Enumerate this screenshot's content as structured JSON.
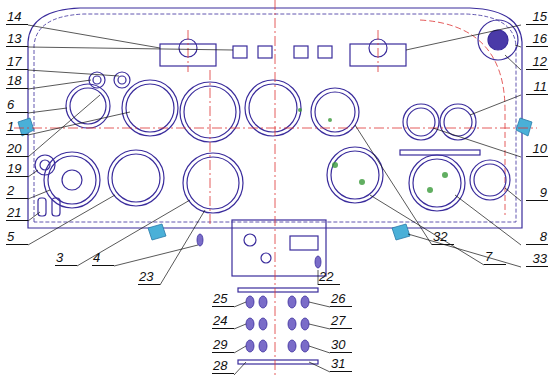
{
  "diagram": {
    "labels": [
      "14",
      "15",
      "13",
      "16",
      "17",
      "12",
      "18",
      "11",
      "6",
      "1",
      "20",
      "10",
      "19",
      "2",
      "9",
      "21",
      "5",
      "8",
      "3",
      "4",
      "23",
      "32",
      "7",
      "33",
      "22",
      "25",
      "26",
      "24",
      "27",
      "29",
      "30",
      "28",
      "31"
    ]
  }
}
